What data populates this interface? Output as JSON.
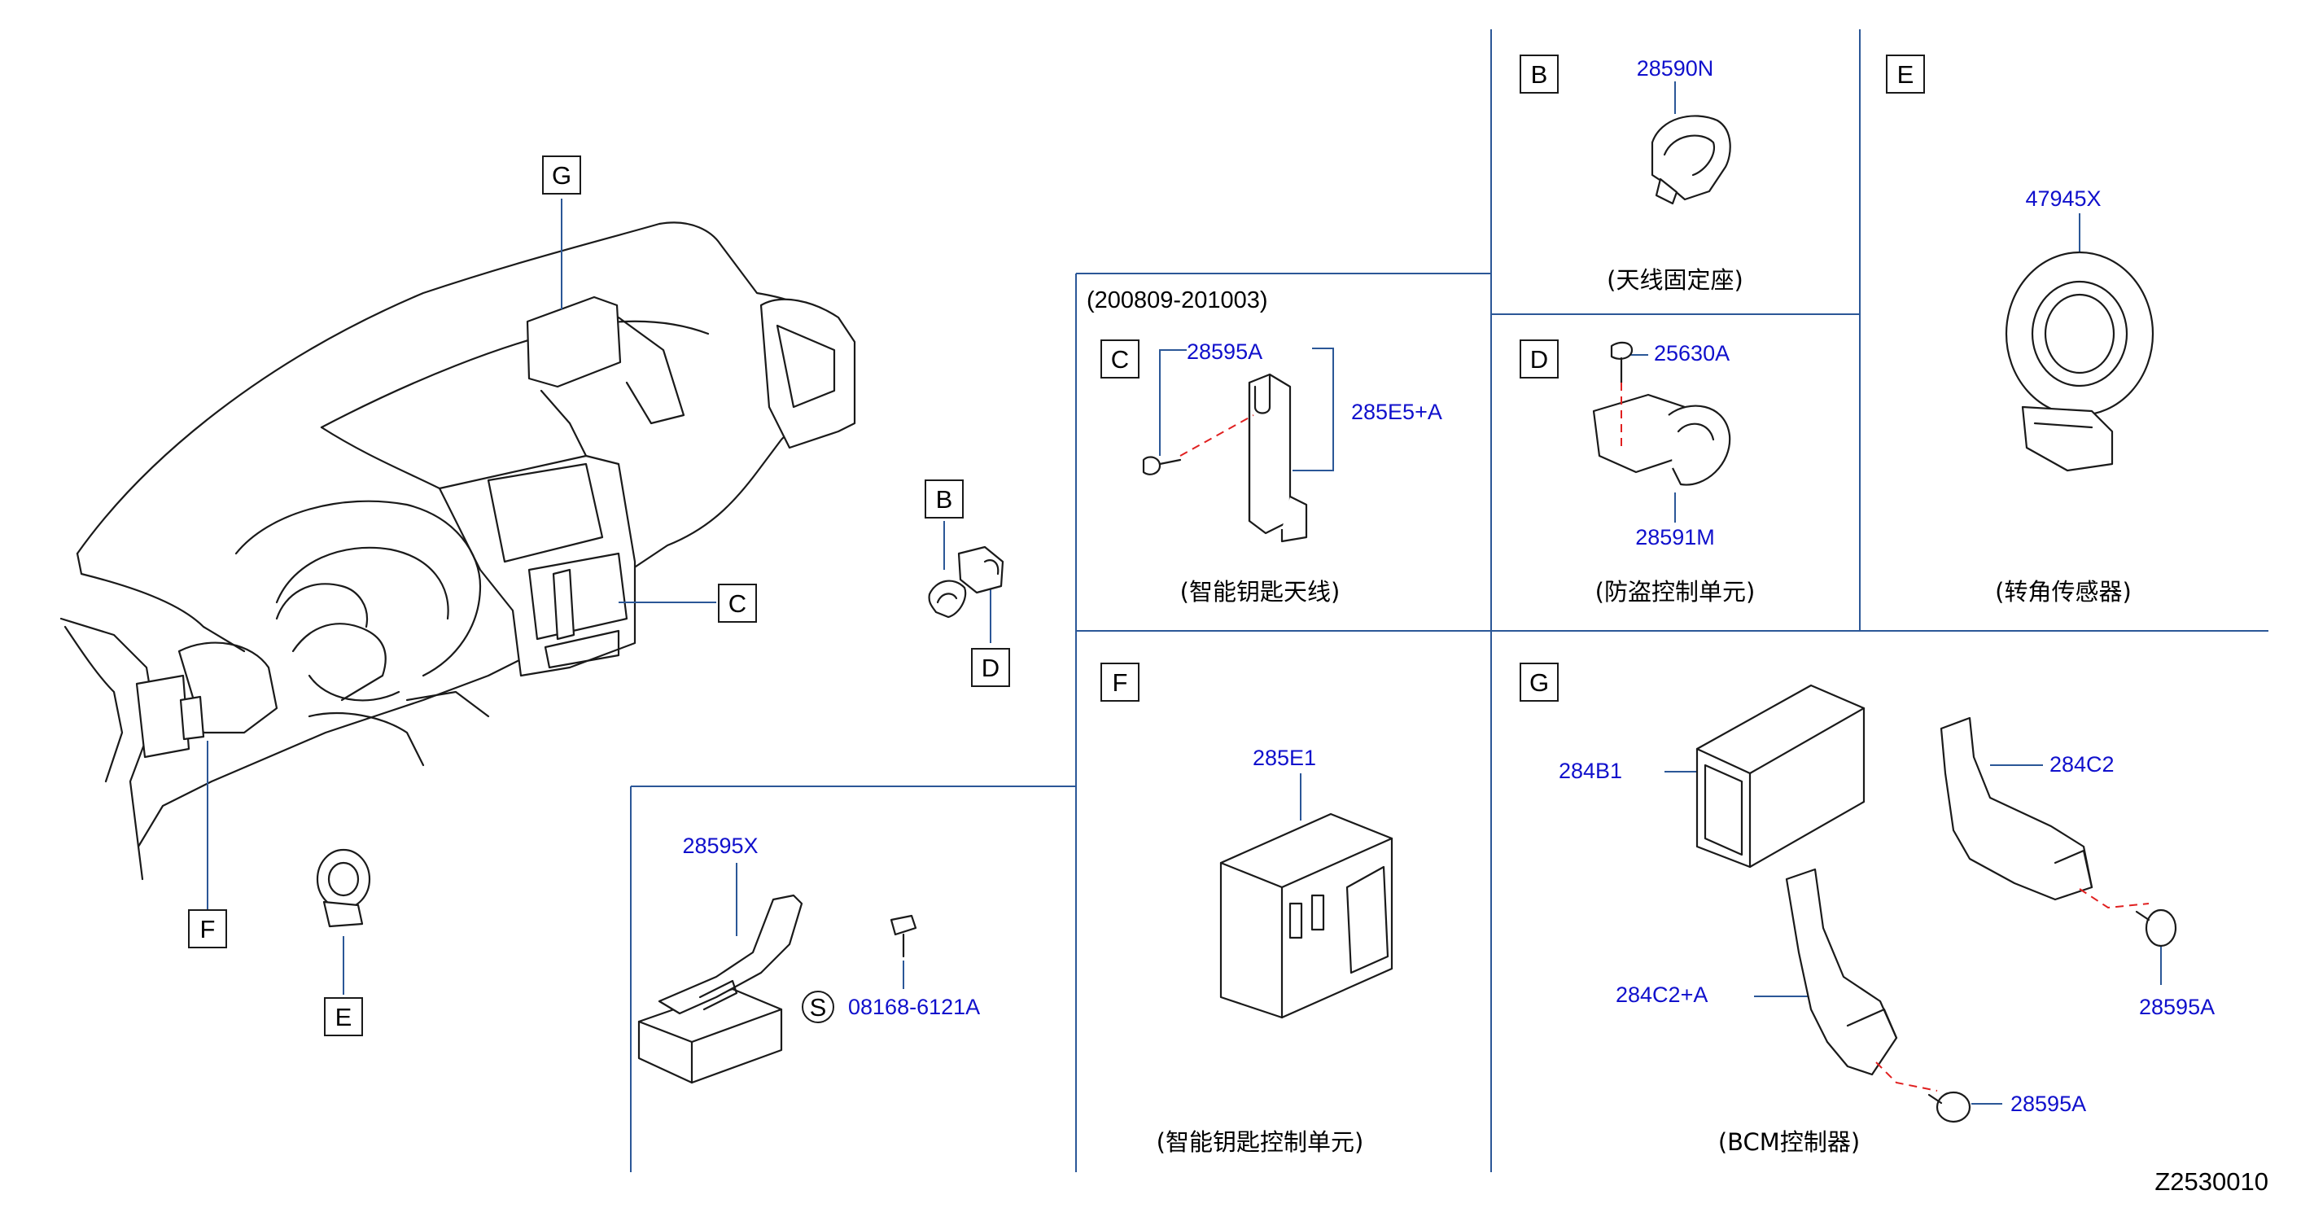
{
  "overview": {
    "callouts": {
      "b": "B",
      "c": "C",
      "d": "D",
      "e": "E",
      "f": "F",
      "g": "G"
    }
  },
  "panel_b": {
    "letter": "B",
    "part": "28590N",
    "caption": "(天线固定座)"
  },
  "panel_c": {
    "date_range": "(200809-201003)",
    "letter": "C",
    "parts": [
      "28595A",
      "285E5+A"
    ],
    "caption": "(智能钥匙天线)"
  },
  "panel_d": {
    "letter": "D",
    "parts": [
      "25630A",
      "28591M"
    ],
    "caption": "(防盗控制单元)"
  },
  "panel_e": {
    "letter": "E",
    "part": "47945X",
    "caption": "(转角传感器)"
  },
  "panel_bottom_left": {
    "part": "28595X",
    "symbol": "S",
    "bolt": "08168-6121A"
  },
  "panel_f": {
    "letter": "F",
    "part": "285E1",
    "caption": "(智能钥匙控制单元)"
  },
  "panel_g": {
    "letter": "G",
    "parts": [
      "284B1",
      "284C2",
      "284C2+A",
      "28595A",
      "28595A"
    ],
    "caption": "(BCM控制器)"
  },
  "diagram_code": "Z2530010",
  "colors": {
    "part_number": "#1010cc",
    "leader": "#2b5797",
    "hidden_line": "#e02020"
  }
}
